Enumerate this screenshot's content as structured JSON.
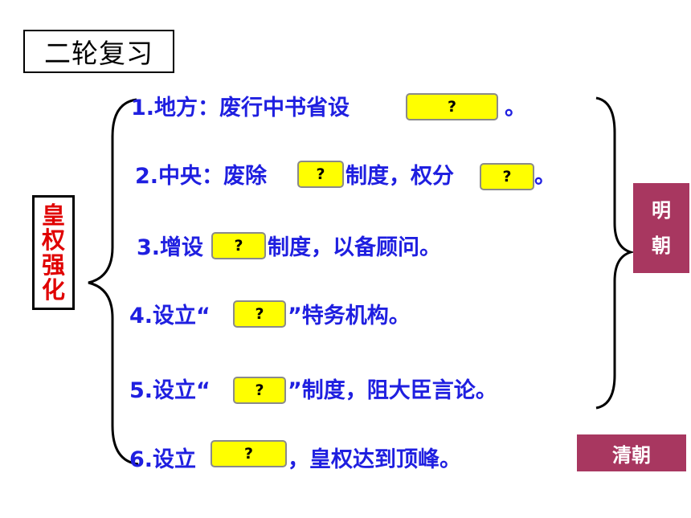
{
  "title": "二轮复习",
  "side_label": [
    "皇",
    "权",
    "强",
    "化"
  ],
  "question_mark": "?",
  "lines": [
    {
      "a": "1.地方：废行中书省设",
      "b": "。"
    },
    {
      "a": "2.中央：废除",
      "b": "制度，权分",
      "c": "。"
    },
    {
      "a": "3.增设",
      "b": "制度，以备顾问。"
    },
    {
      "a": "4.设立“",
      "b": "”特务机构。"
    },
    {
      "a": "5.设立“",
      "b": "”制度，阻大臣言论。"
    },
    {
      "a": "6.设立",
      "b": "，皇权达到顶峰。"
    }
  ],
  "tags": {
    "ming": [
      "明",
      "朝"
    ],
    "qing": "清朝"
  },
  "colors": {
    "text_blue": "#1f1fe0",
    "label_red": "#e00000",
    "answer_box": "#ffff00",
    "tag_bg": "#a83760"
  }
}
